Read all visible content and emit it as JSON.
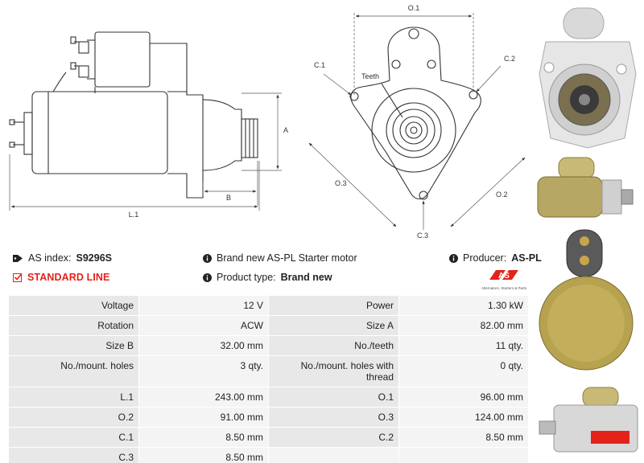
{
  "diagram": {
    "labels": {
      "o1": "O.1",
      "o2": "O.2",
      "o3": "O.3",
      "c1": "C.1",
      "c2": "C.2",
      "c3": "C.3",
      "teeth": "Teeth",
      "a": "A",
      "b": "B",
      "l1": "L.1"
    }
  },
  "info": {
    "as_index_label": "AS index:",
    "as_index_value": "S9296S",
    "standard_line": "STANDARD LINE",
    "brand_text": "Brand new AS-PL Starter motor",
    "product_type_label": "Product type:",
    "product_type_value": "Brand new",
    "producer_label": "Producer:",
    "producer_value": "AS-PL"
  },
  "logo": {
    "mark": "AS",
    "tagline": "Alternators, Starters & Parts"
  },
  "colors": {
    "accent_red": "#e2231a",
    "label_cell": "#e8e8e8",
    "value_cell": "#f4f4f4"
  },
  "specs": [
    {
      "l1": "Voltage",
      "v1": "12 V",
      "l2": "Power",
      "v2": "1.30 kW"
    },
    {
      "l1": "Rotation",
      "v1": "ACW",
      "l2": "Size A",
      "v2": "82.00 mm"
    },
    {
      "l1": "Size B",
      "v1": "32.00 mm",
      "l2": "No./teeth",
      "v2": "11 qty."
    },
    {
      "l1": "No./mount. holes",
      "v1": "3 qty.",
      "l2": "No./mount. holes with thread",
      "v2": "0 qty."
    },
    {
      "l1": "L.1",
      "v1": "243.00 mm",
      "l2": "O.1",
      "v2": "96.00 mm"
    },
    {
      "l1": "O.2",
      "v1": "91.00 mm",
      "l2": "O.3",
      "v2": "124.00 mm"
    },
    {
      "l1": "C.1",
      "v1": "8.50 mm",
      "l2": "C.2",
      "v2": "8.50 mm"
    },
    {
      "l1": "C.3",
      "v1": "8.50 mm",
      "l2": "",
      "v2": ""
    }
  ]
}
